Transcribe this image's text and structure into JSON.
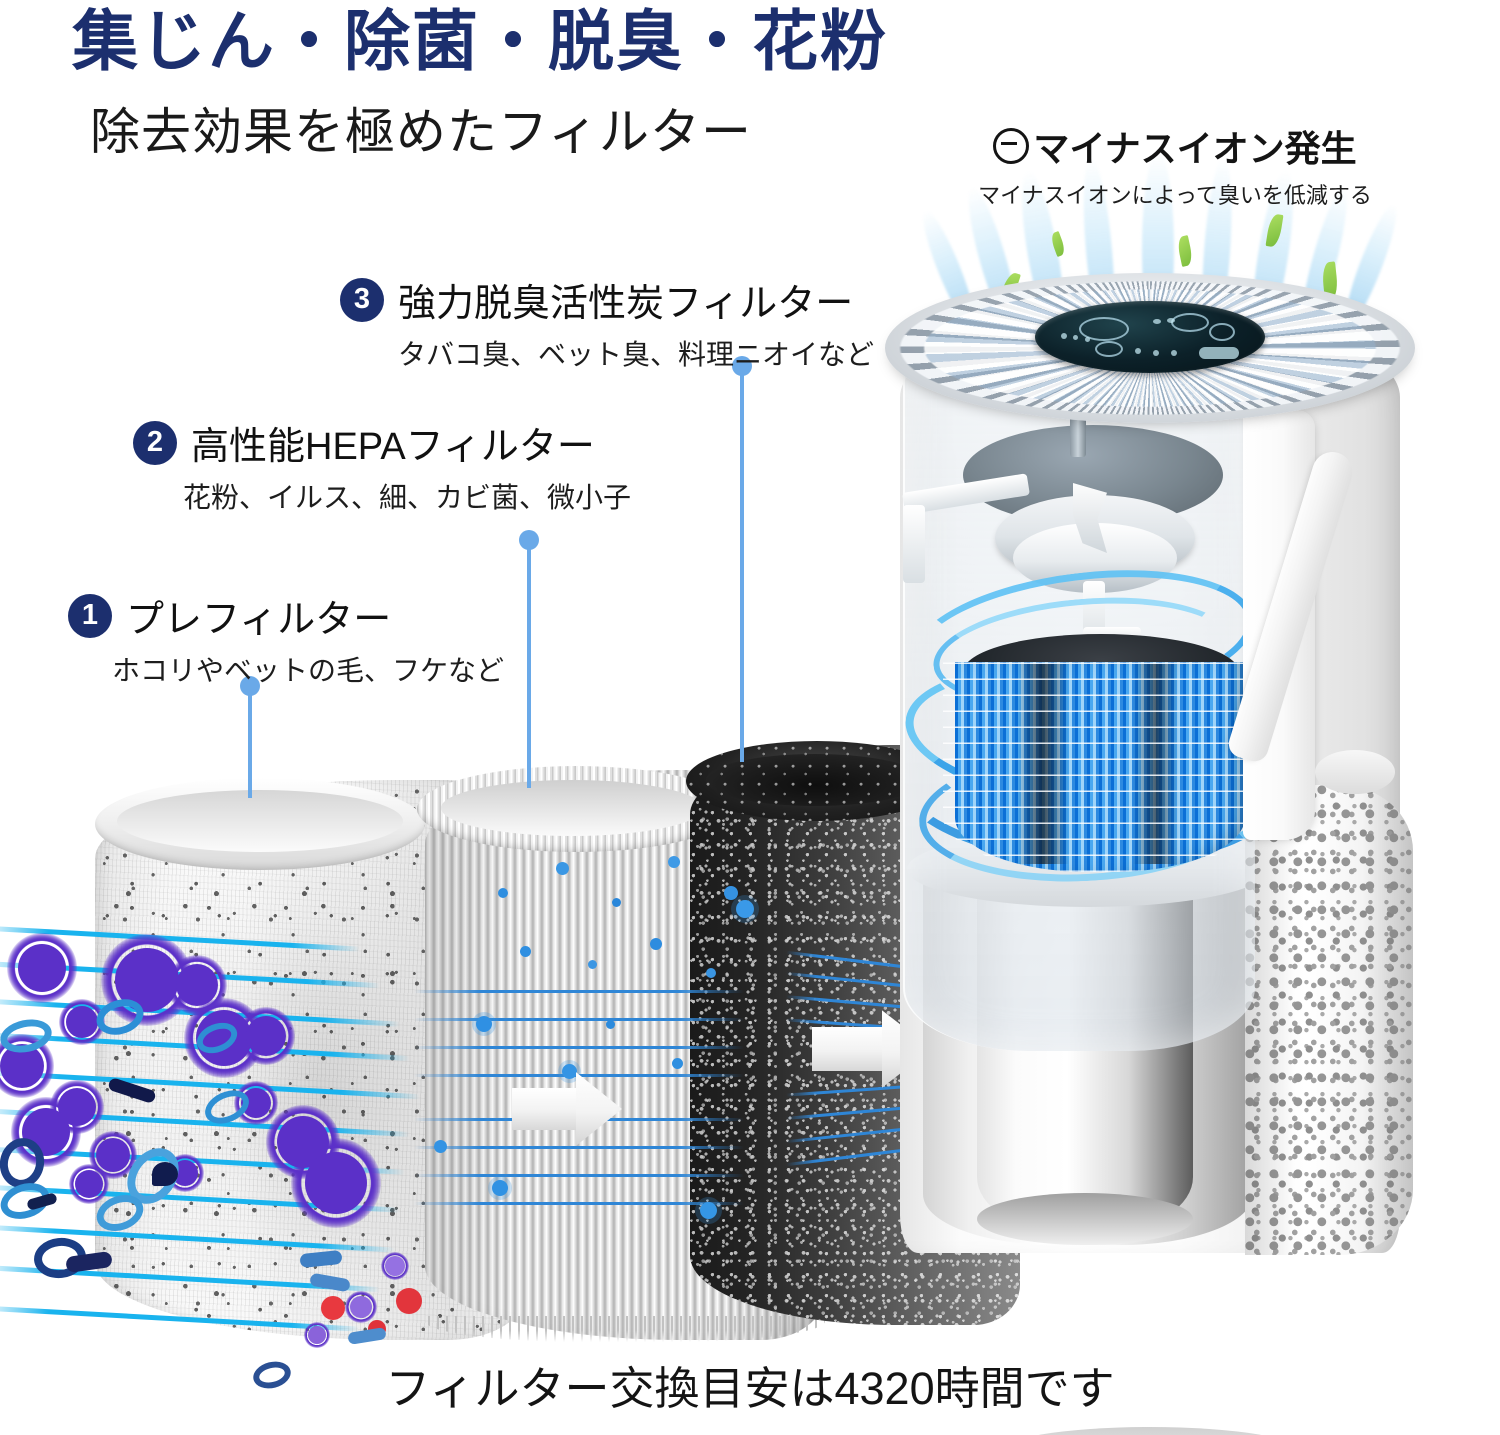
{
  "header": {
    "title": "集じん・除菌・脱臭・花粉",
    "subtitle": "除去効果を極めたフィルター",
    "title_color": "#1c2f6e"
  },
  "ion_feature": {
    "icon": "minus-circle-icon",
    "title": "マイナスイオン発生",
    "subtitle": "マイナスイオンによって臭いを低減する"
  },
  "filters": [
    {
      "number": "1",
      "title": "プレフィルター",
      "subtitle": "ホコリやベットの毛、フケなど"
    },
    {
      "number": "2",
      "title": "高性能HEPAフィルター",
      "subtitle": "花粉、イルス、細、カビ菌、微小子"
    },
    {
      "number": "3",
      "title": "強力脱臭活性炭フィルター",
      "subtitle": "タバコ臭、ベット臭、料理ニオイなど"
    }
  ],
  "footer": {
    "caption": "フィルター交換目安は4320時間です"
  },
  "colors": {
    "brand_navy": "#1c2f6e",
    "leader_blue": "#6aa9e8",
    "airflow_cyan": "#19b3ee",
    "germ_purple": "#5b30c8",
    "germ_red": "#e8393f",
    "leaf_green": "#7ec243"
  }
}
